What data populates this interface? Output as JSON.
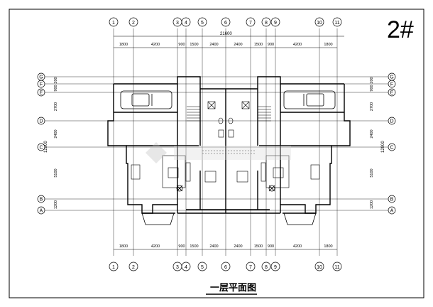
{
  "sheet_number": "2#",
  "drawing_title": "一层平面图",
  "overall_dimension": "21600",
  "vertical_overall_dimension": "12900",
  "column_axes": [
    "1",
    "2",
    "3",
    "4",
    "5",
    "6",
    "7",
    "8",
    "9",
    "10",
    "11"
  ],
  "row_axes": [
    "A",
    "B",
    "C",
    "D",
    "E",
    "F",
    "G"
  ],
  "top_dimensions": [
    "1800",
    "4200",
    "900",
    "1500",
    "2400",
    "2400",
    "1500",
    "900",
    "4200",
    "1800"
  ],
  "bottom_dimensions": [
    "1800",
    "4200",
    "900",
    "1500",
    "2400",
    "2400",
    "1500",
    "900",
    "4200",
    "1800"
  ],
  "side_dimensions": [
    "1200",
    "5100",
    "2400",
    "2700",
    "900",
    "200"
  ],
  "colors": {
    "line": "#000000",
    "background": "#ffffff",
    "watermark": "#d9d9d9"
  },
  "icons": [
    "car-icon",
    "sofa-icon",
    "plant-icon",
    "stair-icon",
    "toilet-icon"
  ]
}
